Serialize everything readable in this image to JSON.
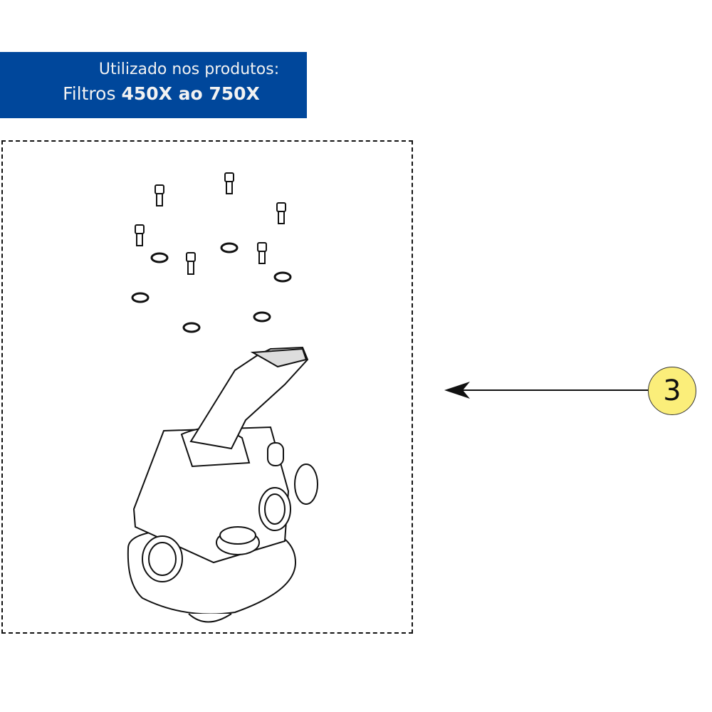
{
  "banner": {
    "line1": "Utilizado nos produtos:",
    "line2_prefix": "Filtros",
    "line2_bold": "450X ao 750X",
    "color": "#00479b"
  },
  "callout": {
    "number": "3",
    "color": "#fbee7a"
  },
  "diagram": {
    "part": "multiport-valve-with-bolts-and-washers"
  }
}
